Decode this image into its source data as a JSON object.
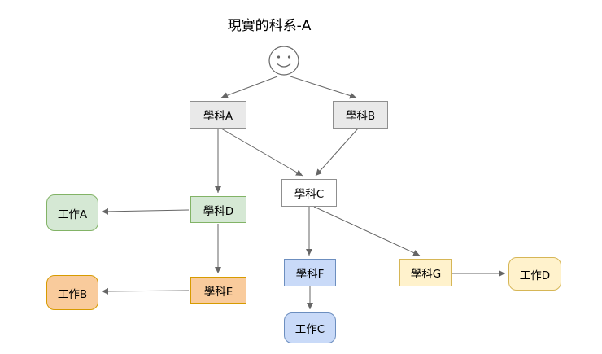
{
  "title": "現實的科系-A",
  "person": {
    "icon": "smiley-face-icon"
  },
  "colors": {
    "gray_fill": "#e9e9e9",
    "gray_border": "#8f8f8f",
    "white_fill": "#ffffff",
    "green_fill": "#d5e8d4",
    "green_border": "#82b366",
    "orange_fill": "#f9cb9c",
    "orange_border": "#d79b00",
    "blue_fill": "#c9daf8",
    "blue_border": "#6c8ebf",
    "yellow_fill": "#fff2cc",
    "yellow_border": "#d6b656",
    "arrow": "#666666"
  },
  "nodes": [
    {
      "id": "subject-a",
      "label": "學科A",
      "shape": "rectangle",
      "fill": "#e9e9e9"
    },
    {
      "id": "subject-b",
      "label": "學科B",
      "shape": "rectangle",
      "fill": "#e9e9e9"
    },
    {
      "id": "subject-c",
      "label": "學科C",
      "shape": "rectangle",
      "fill": "#ffffff"
    },
    {
      "id": "subject-d",
      "label": "學科D",
      "shape": "rectangle",
      "fill": "#d5e8d4"
    },
    {
      "id": "job-a",
      "label": "工作A",
      "shape": "rounded",
      "fill": "#d5e8d4"
    },
    {
      "id": "subject-e",
      "label": "學科E",
      "shape": "rectangle",
      "fill": "#f9cb9c"
    },
    {
      "id": "job-b",
      "label": "工作B",
      "shape": "rounded",
      "fill": "#f9cb9c"
    },
    {
      "id": "subject-f",
      "label": "學科F",
      "shape": "rectangle",
      "fill": "#c9daf8"
    },
    {
      "id": "job-c",
      "label": "工作C",
      "shape": "rounded",
      "fill": "#c9daf8"
    },
    {
      "id": "subject-g",
      "label": "學科G",
      "shape": "rectangle",
      "fill": "#fff2cc"
    },
    {
      "id": "job-d",
      "label": "工作D",
      "shape": "rounded",
      "fill": "#fff2cc"
    }
  ],
  "edges": [
    {
      "from": "person",
      "to": "subject-a"
    },
    {
      "from": "person",
      "to": "subject-b"
    },
    {
      "from": "subject-a",
      "to": "subject-c"
    },
    {
      "from": "subject-b",
      "to": "subject-c"
    },
    {
      "from": "subject-a",
      "to": "subject-d"
    },
    {
      "from": "subject-d",
      "to": "job-a"
    },
    {
      "from": "subject-d",
      "to": "subject-e"
    },
    {
      "from": "subject-e",
      "to": "job-b"
    },
    {
      "from": "subject-c",
      "to": "subject-f"
    },
    {
      "from": "subject-c",
      "to": "subject-g"
    },
    {
      "from": "subject-f",
      "to": "job-c"
    },
    {
      "from": "subject-g",
      "to": "job-d"
    }
  ]
}
